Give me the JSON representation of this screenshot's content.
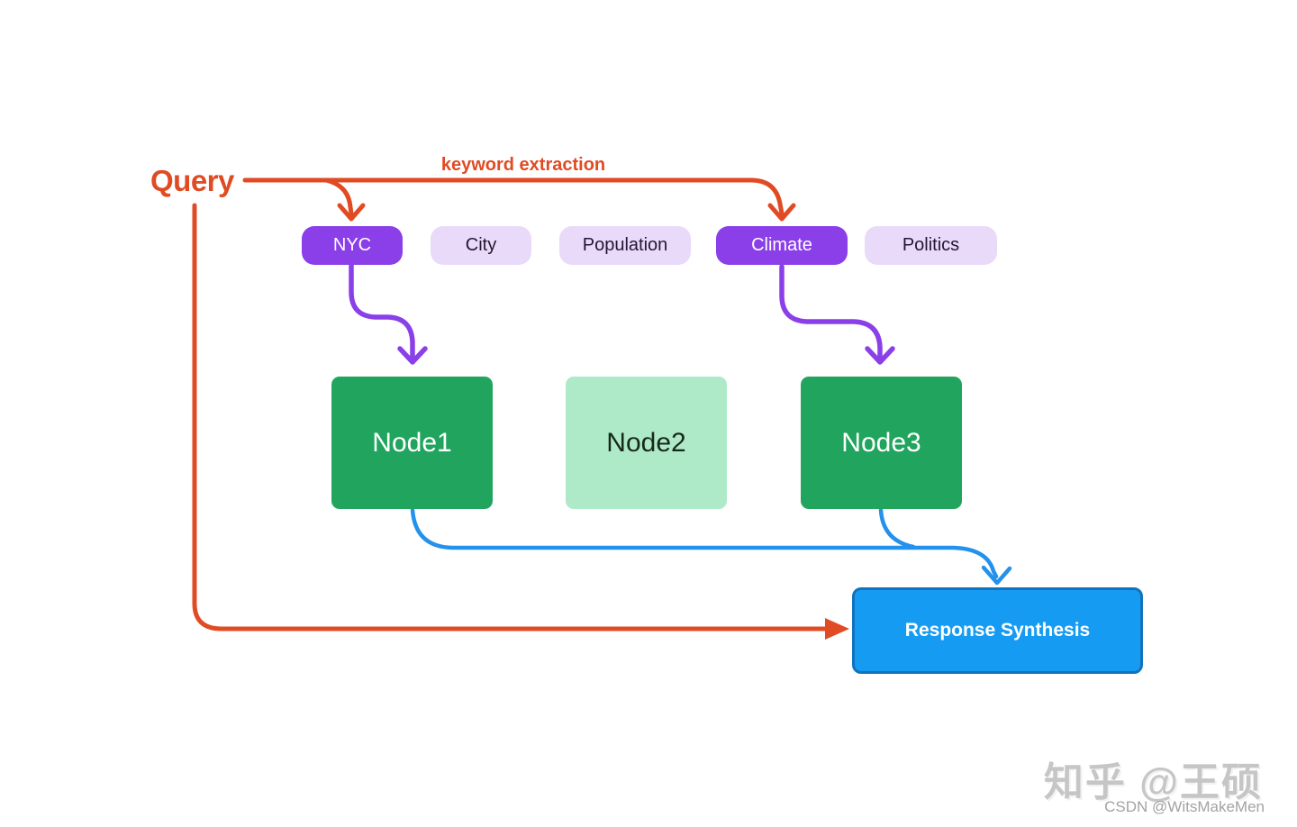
{
  "diagram": {
    "query_label": "Query",
    "edge_label": "keyword extraction",
    "keywords": [
      {
        "label": "NYC",
        "variant": "selected"
      },
      {
        "label": "City",
        "variant": "plain"
      },
      {
        "label": "Population",
        "variant": "plain"
      },
      {
        "label": "Climate",
        "variant": "selected"
      },
      {
        "label": "Politics",
        "variant": "plain"
      }
    ],
    "nodes": [
      {
        "label": "Node1",
        "variant": "active"
      },
      {
        "label": "Node2",
        "variant": "inactive"
      },
      {
        "label": "Node3",
        "variant": "active"
      }
    ],
    "synthesis_label": "Response Synthesis",
    "colors": {
      "arrow_orange": "#E04B23",
      "keyword_purple": "#8A3FE8",
      "keyword_lavender": "#EADAF9",
      "node_green": "#21A55E",
      "node_light_green": "#AEEAC7",
      "arrow_blue": "#2492EC",
      "synthesis_fill": "#169BF2",
      "synthesis_border": "#1173BC"
    }
  },
  "watermarks": {
    "zhihu": "知乎 @王硕",
    "csdn": "CSDN @WitsMakeMen"
  }
}
